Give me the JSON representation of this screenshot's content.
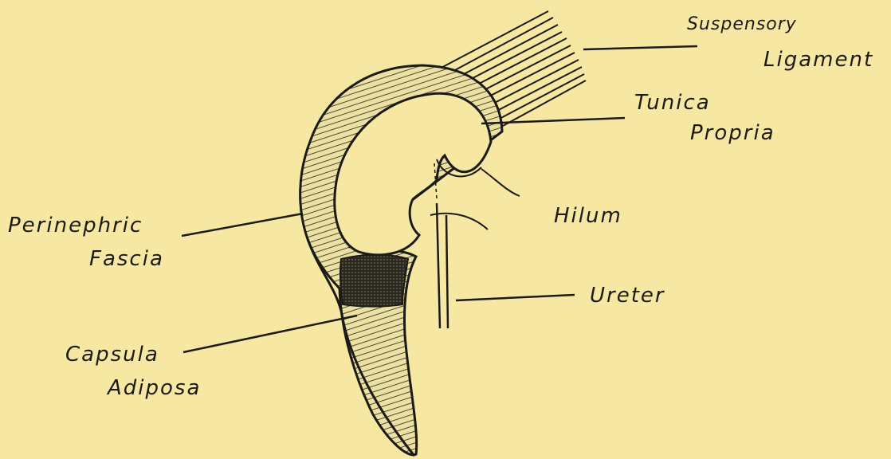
{
  "figure": {
    "labels": {
      "suspensory_1": "Suspensory",
      "suspensory_2": "Ligament",
      "tunica_1": "Tunica",
      "tunica_2": "Propria",
      "hilum": "Hilum",
      "perinephric_1": "Perinephric",
      "perinephric_2": "Fascia",
      "ureter": "Ureter",
      "capsula_1": "Capsula",
      "capsula_2": "Adiposa"
    },
    "colors": {
      "paper": "#f6e8a2",
      "ink": "#1b1a15"
    }
  }
}
